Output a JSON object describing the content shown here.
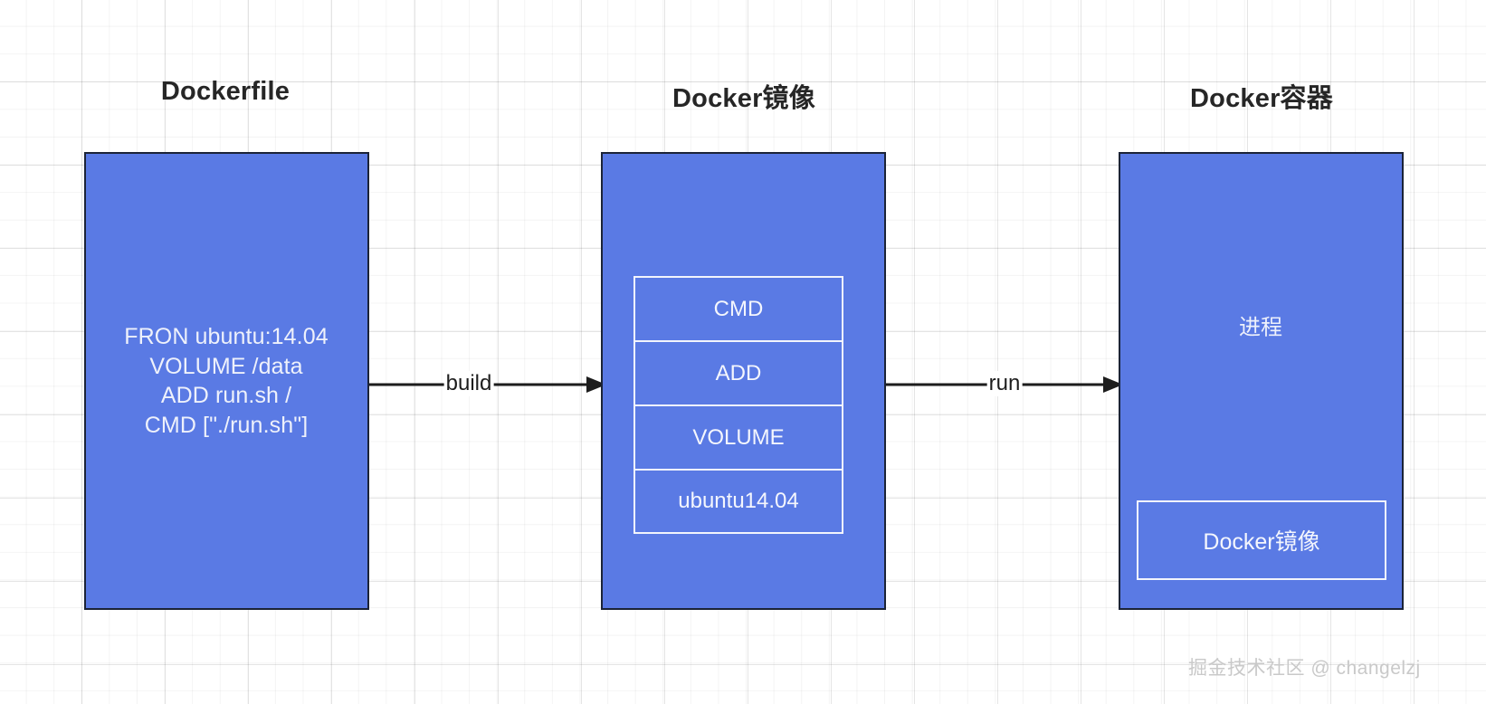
{
  "diagram": {
    "title_dockerfile": "Dockerfile",
    "title_image": "Docker镜像",
    "title_container": "Docker容器",
    "dockerfile_content": "FRON ubuntu:14.04\nVOLUME /data\nADD run.sh /\nCMD [\"./run.sh\"]",
    "image_layers": [
      {
        "label": "CMD"
      },
      {
        "label": "ADD"
      },
      {
        "label": "VOLUME"
      },
      {
        "label": "ubuntu14.04"
      }
    ],
    "container_process_label": "进程",
    "container_inner_image_label": "Docker镜像",
    "arrows": [
      {
        "label": "build"
      },
      {
        "label": "run"
      }
    ],
    "watermark": "掘金技术社区 @ changelzj",
    "colors": {
      "box_fill": "#5A7AE4",
      "box_border": "#1b2337",
      "inner_border": "#f2f4fc",
      "text_on_box": "#f4f6fd",
      "title_text": "#262626",
      "arrow": "#1d1d1d",
      "watermark": "#c9c9c9",
      "grid_line": "rgba(0,0,0,0.10)",
      "background": "#ffffff"
    }
  }
}
